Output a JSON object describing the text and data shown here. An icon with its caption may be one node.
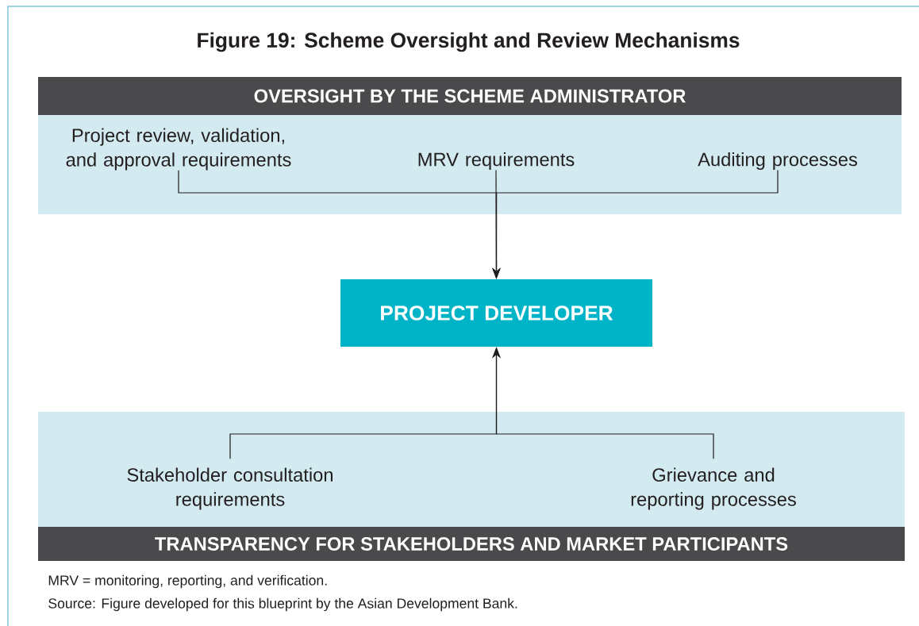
{
  "diagram": {
    "title": "Figure 19: Scheme Oversight and Review Mechanisms",
    "nodes": [
      {
        "text": [
          "OVERSIGHT BY THE SCHEME ADMINISTRATOR"
        ]
      },
      {
        "text": [
          "Project review, validation, and approval requirements"
        ],
        "in": 0
      },
      {
        "text": [
          "MRV requirements"
        ],
        "in": 0
      },
      {
        "text": [
          "Auditing processes"
        ],
        "in": 0
      },
      {
        "text": [
          "PROJECT DEVELOPER"
        ]
      },
      {
        "text": [
          "TRANSPARENCY FOR STAKEHOLDERS AND MARKET PARTICIPANTS"
        ]
      },
      {
        "text": [
          "Stakeholder consultation requirements"
        ],
        "in": 5
      },
      {
        "text": [
          "Grievance and reporting processes"
        ],
        "in": 5
      }
    ],
    "edges": [
      {
        "from": 1,
        "to": 4,
        "arrow": "to"
      },
      {
        "from": 2,
        "to": 4,
        "arrow": "to"
      },
      {
        "from": 3,
        "to": 4,
        "arrow": "to"
      },
      {
        "from": 6,
        "to": 4,
        "arrow": "to"
      },
      {
        "from": 7,
        "to": 4,
        "arrow": "to"
      }
    ],
    "labels": [
      "MRV = monitoring, reporting, and verification.",
      "Source: Figure developed for this blueprint by the Asian Development Bank."
    ]
  }
}
